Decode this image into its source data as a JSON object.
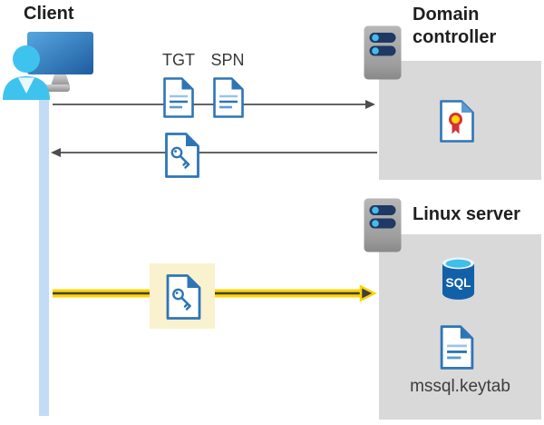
{
  "client": {
    "label": "Client"
  },
  "domain_controller": {
    "label": "Domain controller"
  },
  "linux_server": {
    "label": "Linux server",
    "sql_label": "SQL",
    "keytab_label": "mssql.keytab"
  },
  "tickets": {
    "tgt": "TGT",
    "spn": "SPN"
  },
  "colors": {
    "doc_blue": "#2E75B6",
    "doc_blue_light": "#9DC3E6",
    "lifeline_blue": "#C3DBF5",
    "box_gray": "#D9D9D9",
    "arrow_gray": "#4D4D4D",
    "highlight_yellow": "#FAF2CE",
    "arrow_yellow": "#FFD400",
    "sql_blue": "#1260A8",
    "sql_cyan": "#3FBEE8",
    "person_cyan": "#3EC3EE",
    "cert_red": "#D13438",
    "cert_gold": "#FFD400",
    "server_navy": "#1F3864",
    "title_text": "#1F1F1F",
    "label_text": "#3D3D3D"
  }
}
